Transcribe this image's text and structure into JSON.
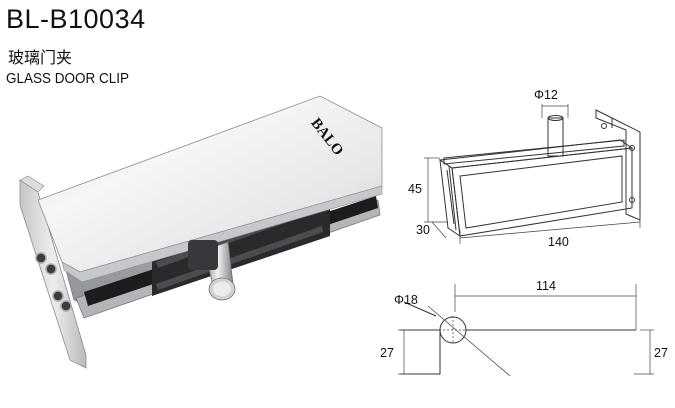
{
  "product": {
    "model_code": "BL-B10034",
    "name_cn": "玻璃门夹",
    "name_en": "GLASS DOOR CLIP",
    "brand_mark": "BALO"
  },
  "dimensions": {
    "pin_diameter": "Φ12",
    "height": "45",
    "depth": "30",
    "length": "140",
    "hole_distance": "114",
    "hole_diameter": "Φ18",
    "offset_left": "27",
    "offset_right": "27"
  }
}
